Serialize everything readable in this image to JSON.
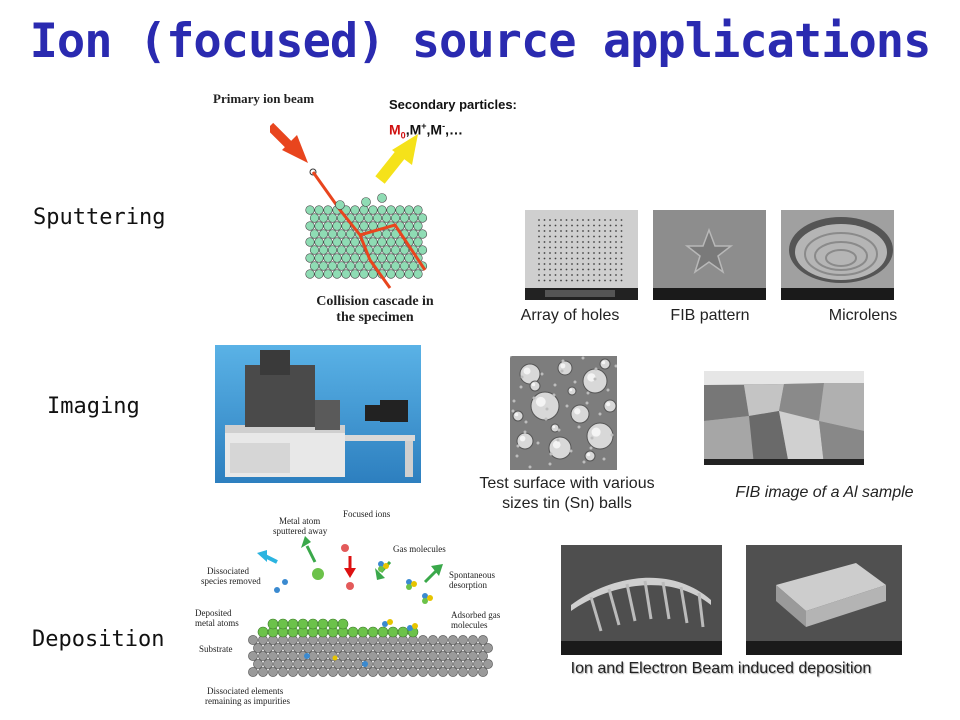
{
  "title": "Ion (focused) source applications",
  "sections": {
    "sputtering": "Sputtering",
    "imaging": "Imaging",
    "deposition": "Deposition"
  },
  "sputter_diagram": {
    "primary_beam": "Primary ion beam",
    "secondary": "Secondary particles:",
    "secondary_m0": "M",
    "secondary_m0_sub": "0",
    "secondary_rest": ",M",
    "secondary_plus": "+",
    "secondary_comma": ",M",
    "secondary_minus": "-",
    "secondary_end": ",…",
    "cascade_line1": "Collision cascade in",
    "cascade_line2": "the specimen"
  },
  "sputter_captions": {
    "holes": "Array of holes",
    "fib_pattern": "FIB pattern",
    "microlens": "Microlens"
  },
  "imaging_captions": {
    "tin_line1": "Test surface with various",
    "tin_line2": "sizes tin (Sn) balls",
    "al": "FIB image of a Al sample"
  },
  "deposition_diagram": {
    "focused_ions": "Focused ions",
    "metal_atom_1": "Metal atom",
    "metal_atom_2": "sputtered away",
    "gas_molecules": "Gas molecules",
    "dissociated_1": "Dissociated",
    "dissociated_2": "species removed",
    "spontaneous_1": "Spontaneous",
    "spontaneous_2": "desorption",
    "deposited_1": "Deposited",
    "deposited_2": "metal atoms",
    "adsorbed_1": "Adsorbed gas",
    "adsorbed_2": "molecules",
    "substrate": "Substrate",
    "impurities_1": "Dissociated elements",
    "impurities_2": "remaining as impurities"
  },
  "deposition_caption": "Ion and Electron Beam induced deposition",
  "colors": {
    "title": "#2a2ab0",
    "red_arrow": "#e8451e",
    "yellow_arrow": "#f5e21a",
    "atom": "#8fdcb4",
    "red_text": "#d01010"
  }
}
